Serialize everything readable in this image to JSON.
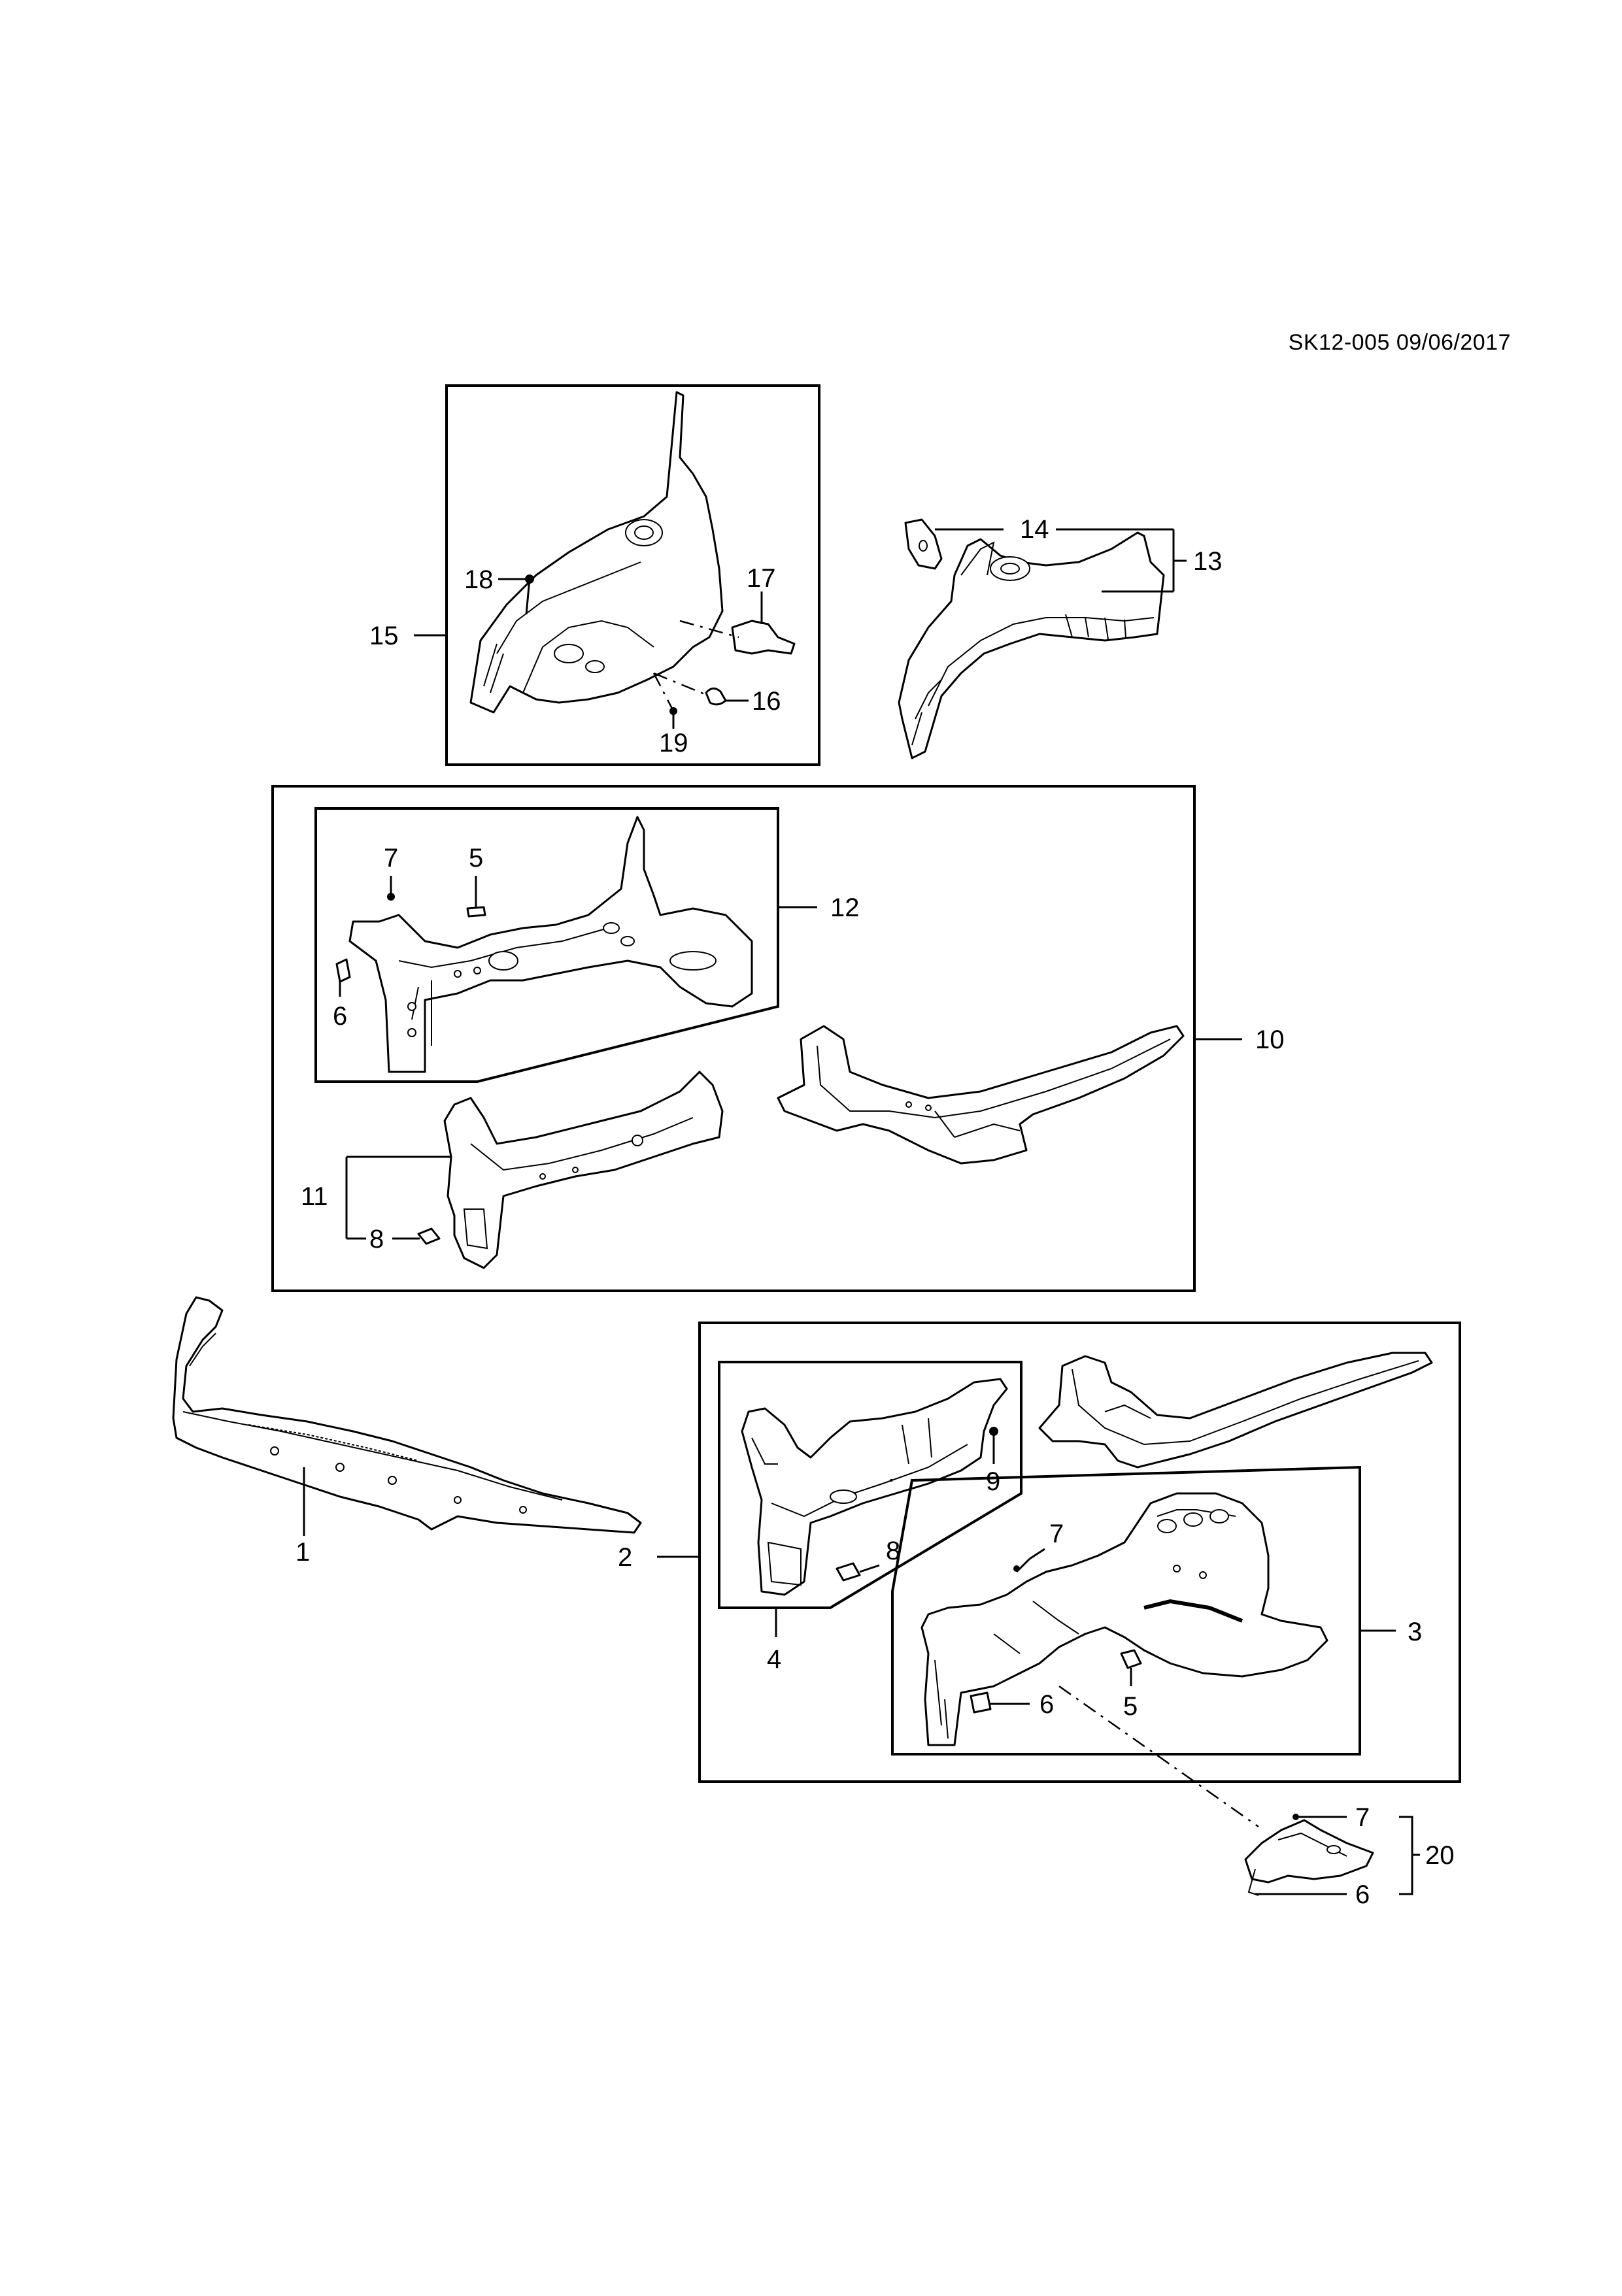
{
  "document": {
    "reference": "SK12-005 09/06/2017"
  },
  "callouts": {
    "c1": "1",
    "c2": "2",
    "c3": "3",
    "c4": "4",
    "c5a": "5",
    "c5b": "5",
    "c6a": "6",
    "c6b": "6",
    "c6c": "6",
    "c7a": "7",
    "c7b": "7",
    "c7c": "7",
    "c8a": "8",
    "c8b": "8",
    "c9": "9",
    "c10": "10",
    "c11": "11",
    "c12": "12",
    "c13": "13",
    "c14": "14",
    "c15": "15",
    "c16": "16",
    "c17": "17",
    "c18": "18",
    "c19": "19",
    "c20": "20"
  }
}
